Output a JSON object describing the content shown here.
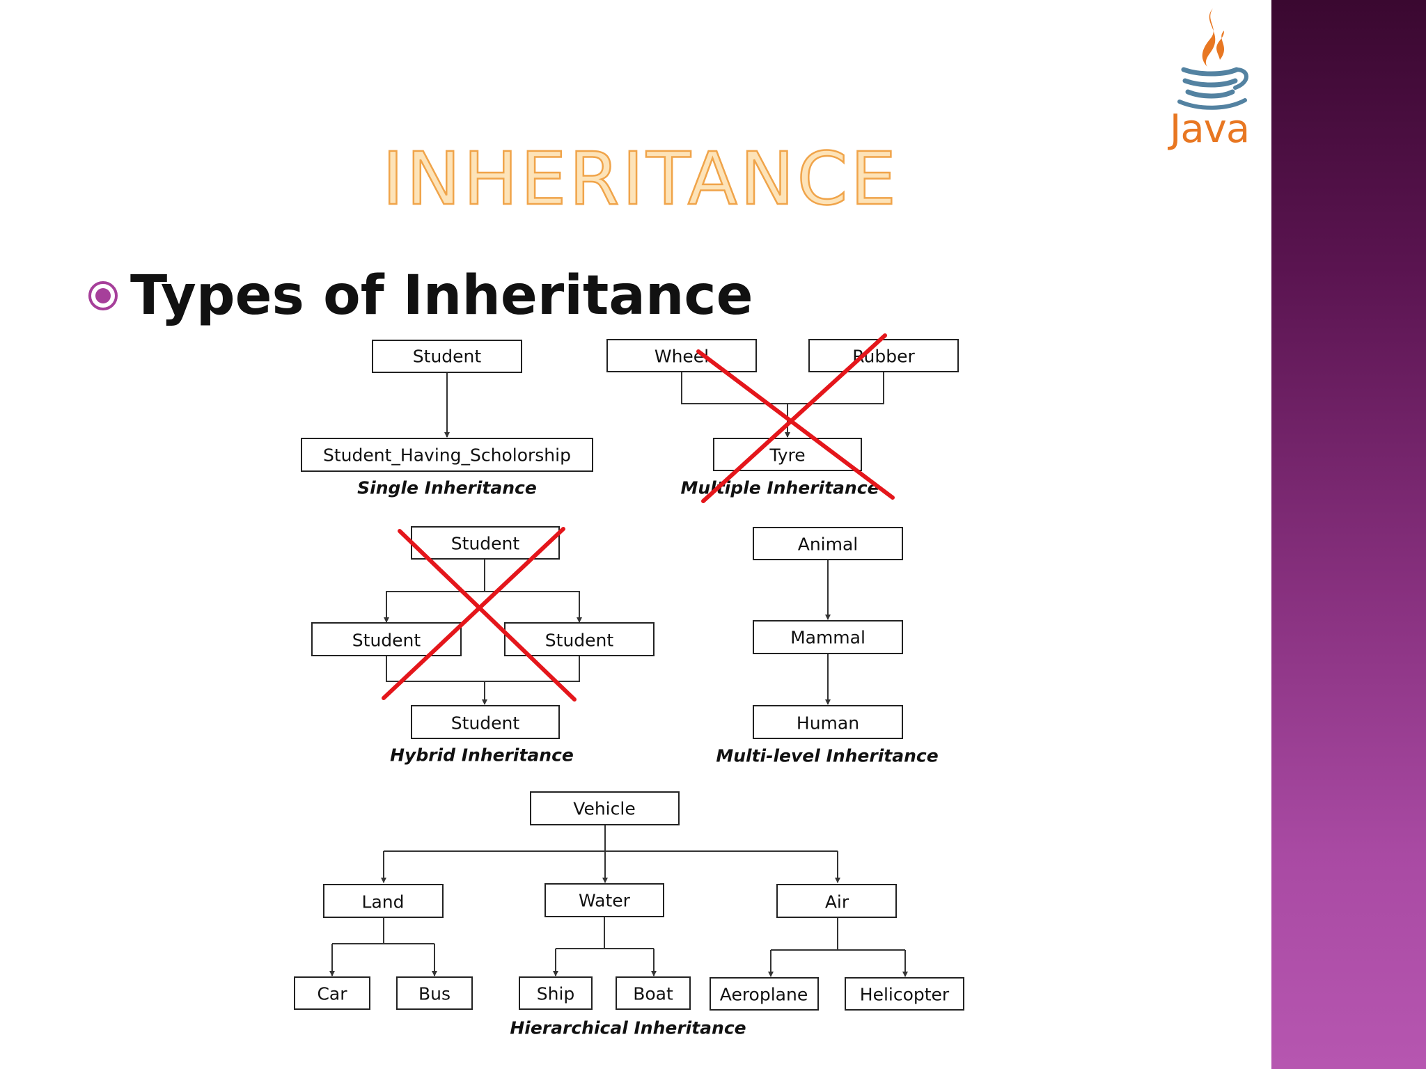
{
  "slide": {
    "title": "INHERITANCE",
    "bullet": "Types of Inheritance",
    "logo_text": "Java",
    "colors": {
      "title_fill": "#fde3b8",
      "title_outline": "#f0a44a",
      "bullet_marker": "#a63f9a",
      "cross_mark": "#e4161b",
      "java_orange": "#e87722",
      "java_blue": "#5382a1",
      "side_band_top": "#3a0830",
      "side_band_bottom": "#b656b0"
    },
    "icons": [
      "java-logo-icon",
      "bullet-circle-icon",
      "cross-mark-icon"
    ]
  },
  "diagram": {
    "single": {
      "caption": "Single Inheritance",
      "parent": "Student",
      "child": "Student_Having_Scholorship"
    },
    "multiple": {
      "caption": "Multiple Inheritance",
      "parents": [
        "Wheel",
        "Rubber"
      ],
      "child": "Tyre",
      "crossed_out": true
    },
    "hybrid": {
      "caption": "Hybrid Inheritance",
      "top": "Student",
      "middle": [
        "Student",
        "Student"
      ],
      "bottom": "Student",
      "crossed_out": true
    },
    "multilevel": {
      "caption": "Multi-level Inheritance",
      "levels": [
        "Animal",
        "Mammal",
        "Human"
      ]
    },
    "hierarchical": {
      "caption": "Hierarchical Inheritance",
      "root": "Vehicle",
      "groups": [
        {
          "name": "Land",
          "children": [
            "Car",
            "Bus"
          ]
        },
        {
          "name": "Water",
          "children": [
            "Ship",
            "Boat"
          ]
        },
        {
          "name": "Air",
          "children": [
            "Aeroplane",
            "Helicopter"
          ]
        }
      ]
    }
  }
}
